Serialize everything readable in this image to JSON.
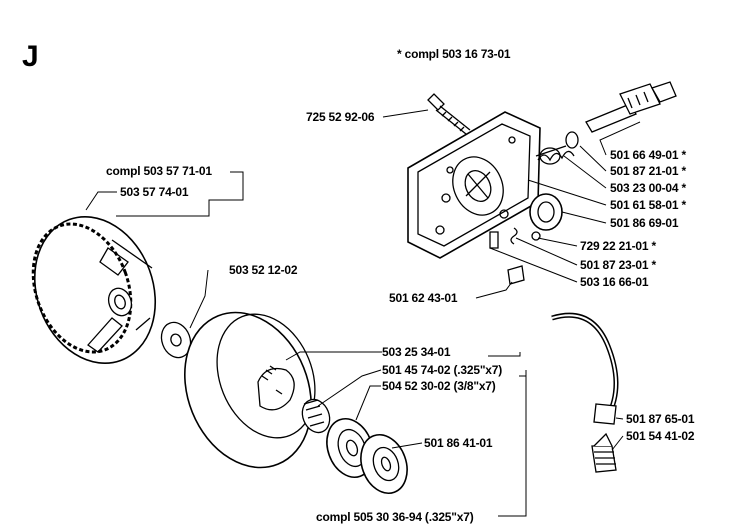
{
  "section_letter": "J",
  "header_note": "* compl 503 16 73-01",
  "labels": {
    "screw": "725 52 92-06",
    "clutch_compl": "compl 503 57 71-01",
    "clutch": "503 57 74-01",
    "washer": "503 52 12-02",
    "pump_1": "501 66 49-01  *",
    "pump_2": "501 87 21-01  *",
    "pump_3": "503 23 00-04  *",
    "pump_4": "501 61 58-01  *",
    "pump_5": "501 86 69-01",
    "pump_6": "729 22 21-01  *",
    "pump_7": "501 87 23-01  *",
    "pump_8": "503 16 66-01",
    "pump_9": "501 62 43-01",
    "drum": "503 25 34-01",
    "bearing_325": "501 45 74-02 (.325\"x7)",
    "bearing_38": "504 52 30-02 (3/8\"x7)",
    "rim": "501 86 41-01",
    "hose": "501 87 65-01",
    "filter": "501 54 41-02",
    "drum_compl": "compl 505 30 36-94 (.325\"x7)"
  }
}
